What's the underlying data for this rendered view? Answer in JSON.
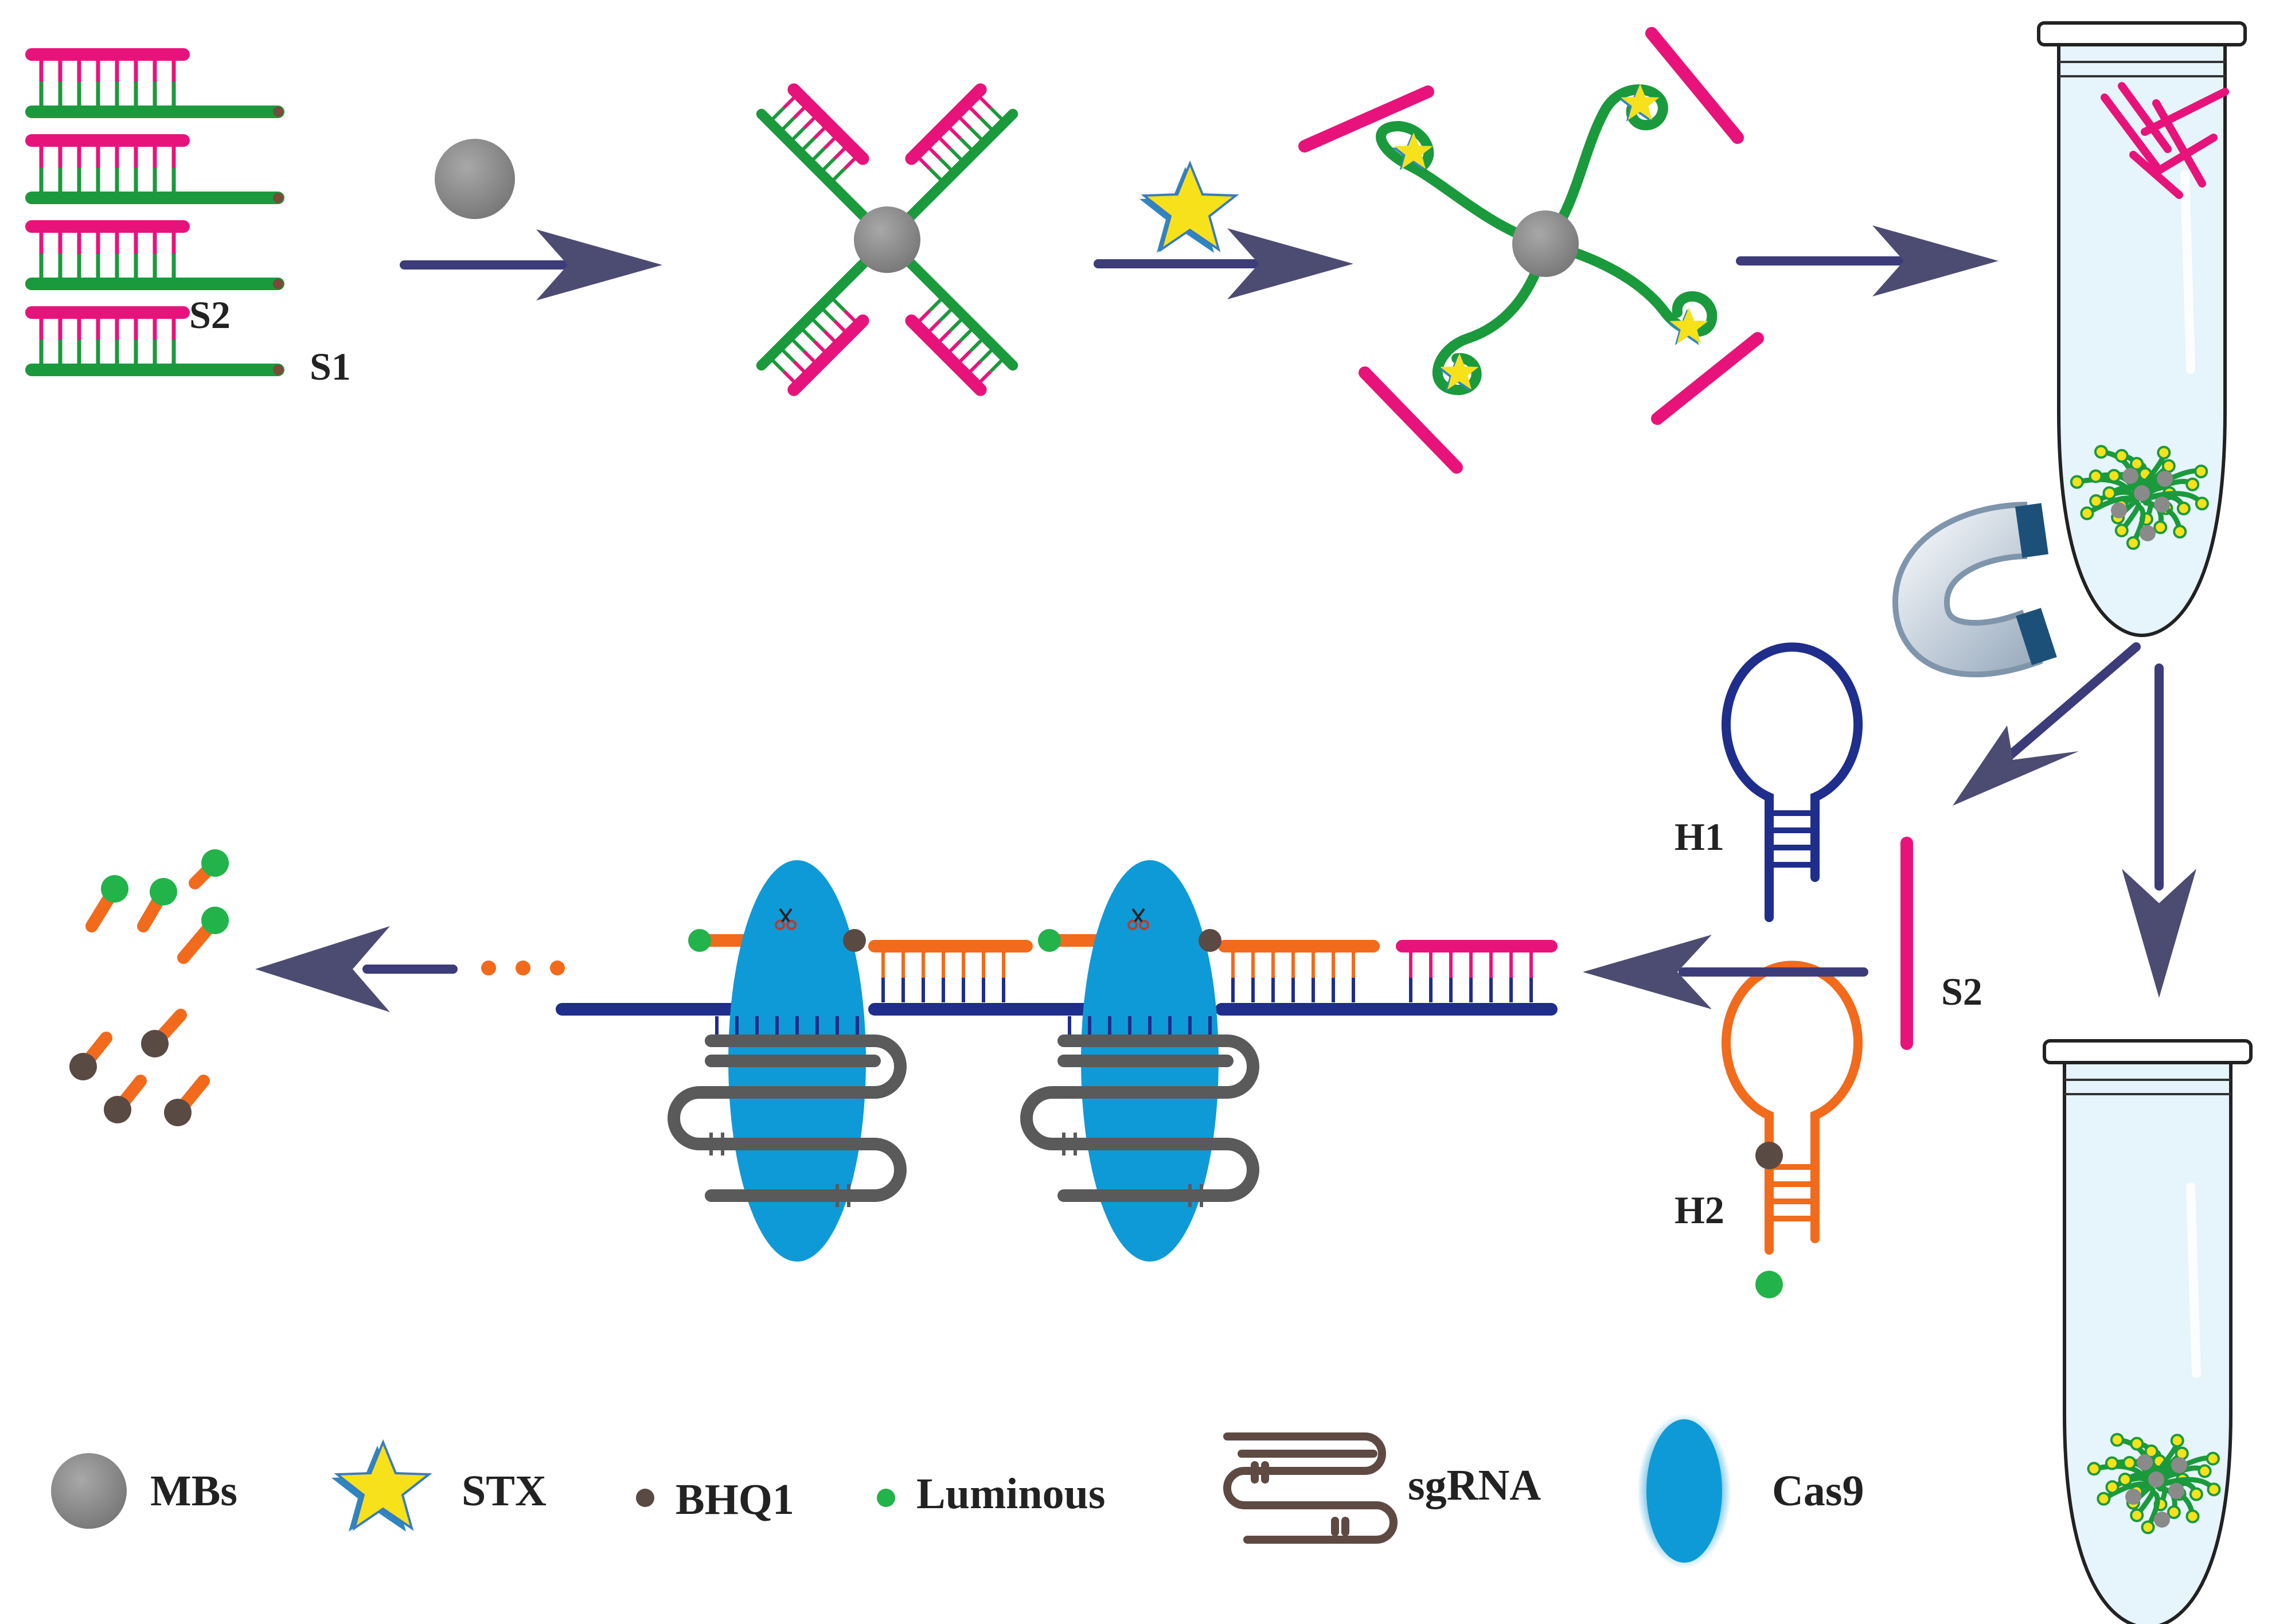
{
  "labels": {
    "s1": "S1",
    "s2_top": "S2",
    "s2_mid": "S2",
    "h1": "H1",
    "h2": "H2"
  },
  "legend": {
    "mbs": "MBs",
    "stx": "STX",
    "bhq1": "BHQ1",
    "luminous": "Luminous",
    "sgrna": "sgRNA",
    "cas9": "Cas9"
  },
  "colors": {
    "magenta": "#e8137a",
    "green": "#1a9a3c",
    "gray": "#8a8a8a",
    "navy": "#1f2d8c",
    "orange": "#f26a1b",
    "cas9_blue": "#0e9ad7",
    "arrow": "#4a4a7a",
    "sgrna_gray": "#5a5a5a",
    "bhq1_brown": "#5a4a44",
    "luminous_green": "#22b34a",
    "star_yellow": "#f7e11a",
    "tube_fill": "#e6f4fb"
  },
  "icons": [
    "magnetic-bead-icon",
    "star-icon",
    "tube-icon",
    "magnet-icon",
    "scissors-icon",
    "hairpin-icon",
    "sgrna-icon",
    "cas9-icon"
  ]
}
